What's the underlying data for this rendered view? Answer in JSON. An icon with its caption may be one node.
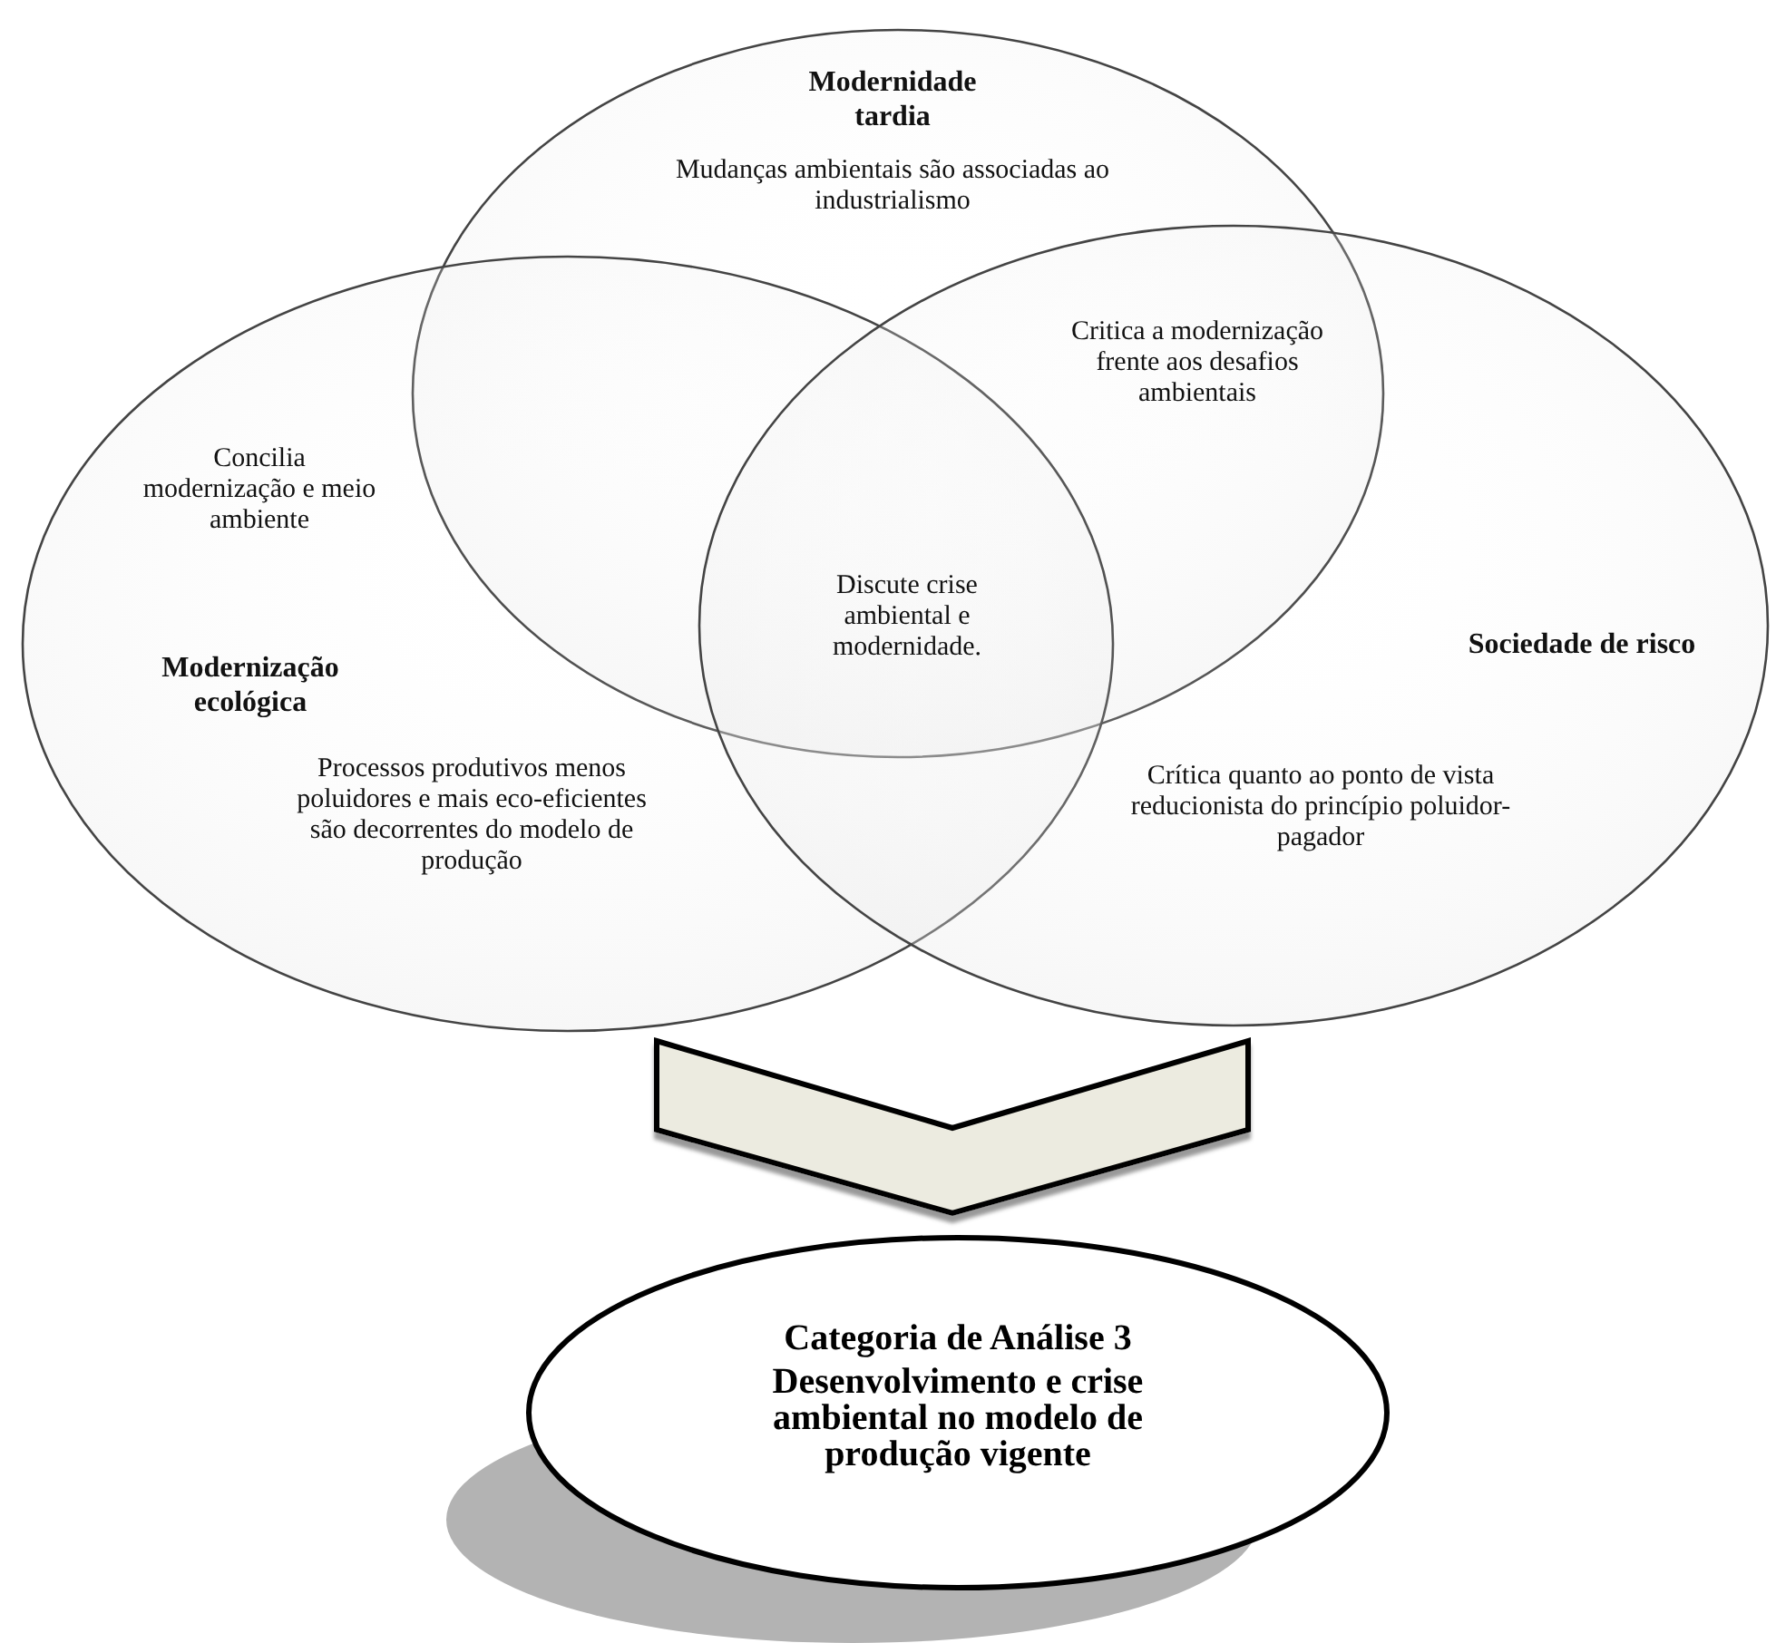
{
  "diagram": {
    "nodes": [
      {
        "text": [
          "Modernidade tardia",
          "Mudanças ambientais são associadas ao industrialismo"
        ]
      },
      {
        "text": [
          "Concilia modernização e meio ambiente",
          "Modernização ecológica",
          "Processos produtivos menos poluidores e mais eco-eficientes são decorrentes do modelo de produção"
        ]
      },
      {
        "text": [
          "Sociedade de risco",
          "Crítica quanto ao ponto de vista reducionista do princípio poluidor-pagador"
        ]
      },
      {
        "text": [
          "Categoria de Análise 3",
          "Desenvolvimento e crise ambiental no modelo de produção vigente"
        ]
      }
    ],
    "edges": [
      {
        "from": null,
        "to": 3,
        "arrow": "to"
      }
    ],
    "labels": [
      "Critica a modernização frente aos desafios ambientais",
      "Discute crise ambiental e modernidade."
    ]
  }
}
